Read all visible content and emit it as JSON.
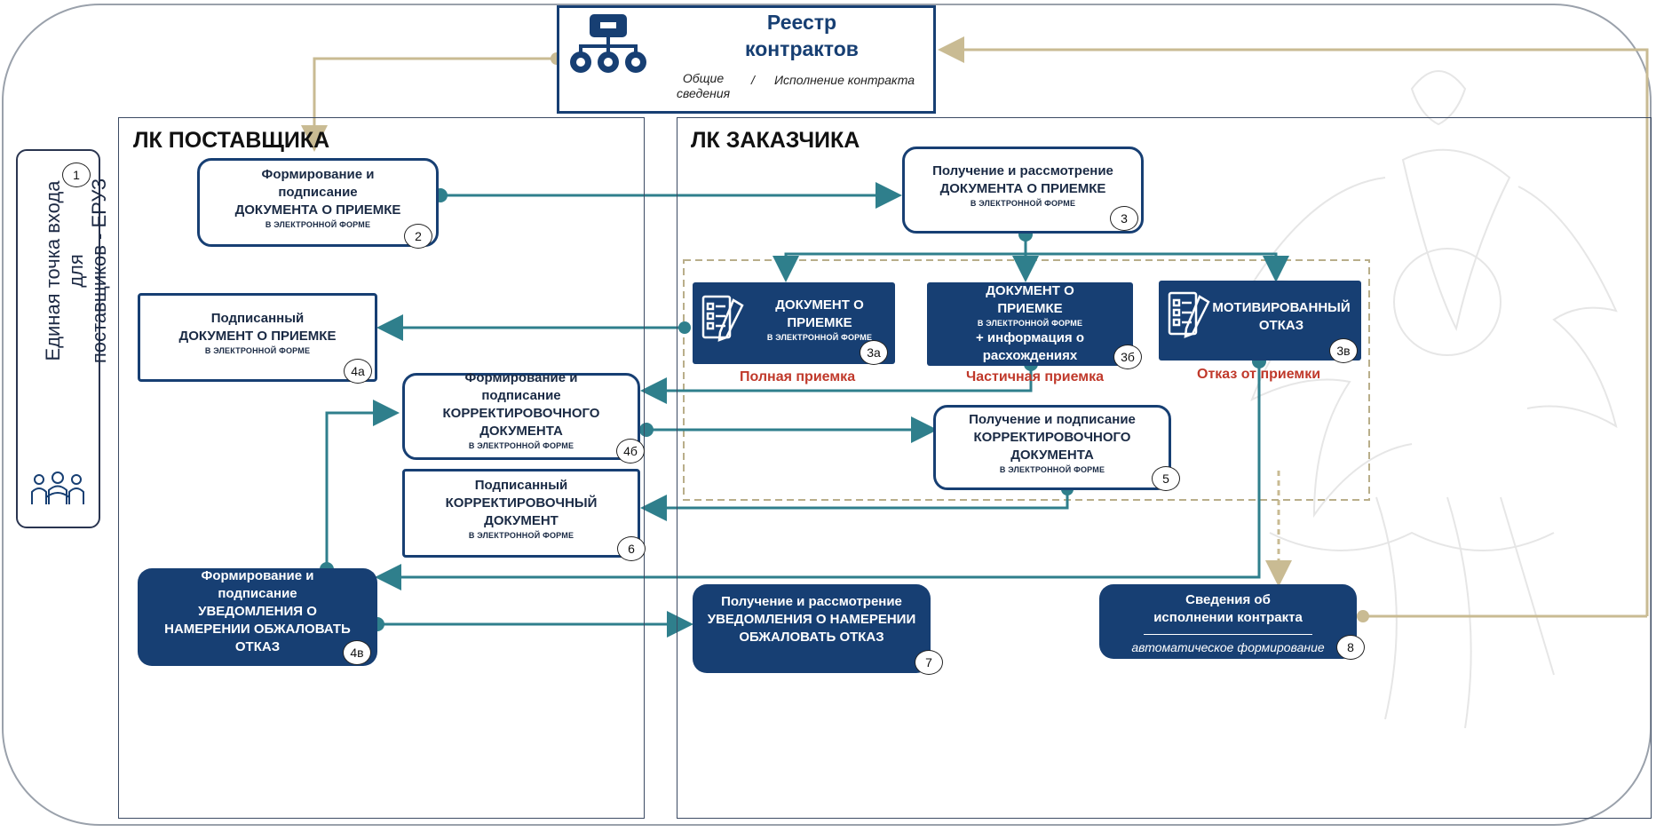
{
  "registry": {
    "title_line1": "Реестр",
    "title_line2": "контрактов",
    "general_line1": "Общие",
    "general_line2": "сведения",
    "separator": "/",
    "execution": "Исполнение контракта"
  },
  "side": {
    "line1": "Единая точка входа для",
    "line2": "поставщиков  -  ЕРУЗ",
    "number": "1"
  },
  "supplier_panel": {
    "title": "ЛК ПОСТАВЩИКА"
  },
  "customer_panel": {
    "title": "ЛК ЗАКАЗЧИКА"
  },
  "boxes": {
    "b2": {
      "line1": "Формирование и",
      "line2": "подписание",
      "line3": "ДОКУМЕНТА О ПРИЕМКЕ",
      "small": "В ЭЛЕКТРОННОЙ ФОРМЕ",
      "num": "2"
    },
    "b3": {
      "line1": "Получение и рассмотрение",
      "line2": "ДОКУМЕНТА О ПРИЕМКЕ",
      "small": "В ЭЛЕКТРОННОЙ ФОРМЕ",
      "num": "3"
    },
    "b3a": {
      "line1": "ДОКУМЕНТ О",
      "line2": "ПРИЕМКЕ",
      "small": "В ЭЛЕКТРОННОЙ ФОРМЕ",
      "num": "3а",
      "caption": "Полная приемка"
    },
    "b3b": {
      "line1": "ДОКУМЕНТ О",
      "line2": "ПРИЕМКЕ",
      "small": "В ЭЛЕКТРОННОЙ ФОРМЕ",
      "line3": "+ информация о",
      "line4": "расхождениях",
      "num": "3б",
      "caption": "Частичная приемка"
    },
    "b3v": {
      "line1": "МОТИВИРОВАННЫЙ",
      "line2": "ОТКАЗ",
      "num": "3в",
      "caption": "Отказ от приемки"
    },
    "b4a": {
      "line1": "Подписанный",
      "line2": "ДОКУМЕНТ О ПРИЕМКЕ",
      "small": "В ЭЛЕКТРОННОЙ ФОРМЕ",
      "num": "4а"
    },
    "b4b": {
      "line1": "Формирование и",
      "line2": "подписание",
      "line3": "КОРРЕКТИРОВОЧНОГО",
      "line4": "ДОКУМЕНТА",
      "small": "В ЭЛЕКТРОННОЙ ФОРМЕ",
      "num": "4б"
    },
    "b5": {
      "line1": "Получение и подписание",
      "line2": "КОРРЕКТИРОВОЧНОГО",
      "line3": "ДОКУМЕНТА",
      "small": "В ЭЛЕКТРОННОЙ ФОРМЕ",
      "num": "5"
    },
    "b6": {
      "line1": "Подписанный",
      "line2": "КОРРЕКТИРОВОЧНЫЙ",
      "line3": "ДОКУМЕНТ",
      "small": "В ЭЛЕКТРОННОЙ ФОРМЕ",
      "num": "6"
    },
    "b4v": {
      "line1": "Формирование и",
      "line2": "подписание",
      "line3": "УВЕДОМЛЕНИЯ О",
      "line4": "НАМЕРЕНИИ ОБЖАЛОВАТЬ",
      "line5": "ОТКАЗ",
      "num": "4в"
    },
    "b7": {
      "line1": "Получение и рассмотрение",
      "line2": "УВЕДОМЛЕНИЯ О НАМЕРЕНИИ",
      "line3": "ОБЖАЛОВАТЬ ОТКАЗ",
      "num": "7"
    },
    "b8": {
      "line1": "Сведения об",
      "line2": "исполнении контракта",
      "italic": "автоматическое формирование",
      "num": "8"
    }
  },
  "colors": {
    "box_dark": "#173f73",
    "connector": "#2f7f8c",
    "registry_link": "#c9bb93",
    "caption_red": "#c0392b"
  },
  "icons": [
    "network-icon",
    "document-icon",
    "people-icon",
    "eagle-emblem-watermark"
  ]
}
